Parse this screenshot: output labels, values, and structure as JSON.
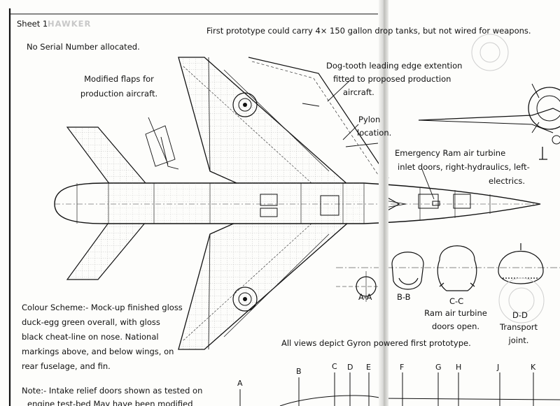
{
  "header": {
    "sheet": "Sheet 1.",
    "serial": "No Serial Number allocated.",
    "headline": "First prototype could carry 4× 150 gallon drop tanks, but not wired for weapons.",
    "faint_title": "HAWKER"
  },
  "annotations": {
    "flaps": [
      "Modified flaps for",
      "production aircraft."
    ],
    "dogtooth": [
      "Dog-tooth leading edge extention",
      "fitted to proposed production",
      "aircraft."
    ],
    "pylon": [
      "Pylon",
      "location."
    ],
    "ram_air": [
      "Emergency Ram air turbine",
      "inlet doors, right-hydraulics, left-",
      "electrics."
    ]
  },
  "colour_scheme": [
    "Colour Scheme:- Mock-up finished gloss",
    "duck-egg green overall, with gloss",
    "black cheat-line on nose. National",
    "markings above, and below wings, on",
    "rear fuselage, and fin."
  ],
  "note": [
    "Note:- Intake relief doors shown as tested on",
    "engine test-bed May have been modified"
  ],
  "sections": {
    "aa": "A-A",
    "bb": "B-B",
    "cc": "C-C",
    "cc_caption": [
      "Ram air turbine",
      "doors open."
    ],
    "dd": "D-D",
    "dd_caption": [
      "Transport",
      "joint."
    ]
  },
  "all_views": "All views depict Gyron powered first prototype.",
  "stations": [
    "A",
    "B",
    "C",
    "D",
    "E",
    "F",
    "G",
    "H",
    "J",
    "K"
  ],
  "colors": {
    "ink": "#111111",
    "paper": "#fdfdfb",
    "gutter": "#c8c8c4"
  }
}
